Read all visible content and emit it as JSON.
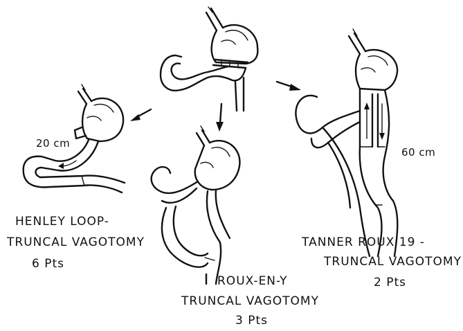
{
  "procedures": {
    "henley": {
      "line1": "HENLEY LOOP-",
      "line2": "TRUNCAL VAGOTOMY",
      "patients": "6 Pts",
      "loop_length": "20 cm"
    },
    "roux_en_y": {
      "line1": "ROUX-EN-Y",
      "line2": "TRUNCAL VAGOTOMY",
      "patients": "3 Pts"
    },
    "tanner": {
      "line1": "TANNER ROUX 19 -",
      "line2": "TRUNCAL VAGOTOMY",
      "patients": "2 Pts",
      "limb_length": "60 cm"
    }
  }
}
